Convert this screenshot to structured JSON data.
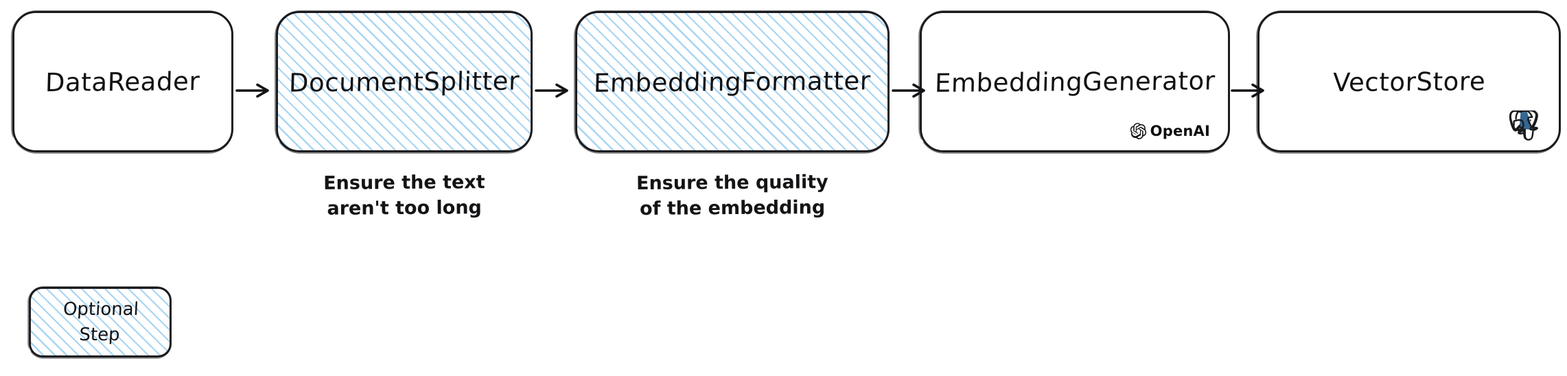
{
  "diagram": {
    "type": "pipeline-flow",
    "title": "",
    "background_color": "#ffffff",
    "stroke_color": "#1b1b1f",
    "hatch_color": "#a8d4f2"
  },
  "nodes": [
    {
      "id": "data-reader",
      "label": "DataReader",
      "optional": false,
      "caption": "",
      "vendor": null
    },
    {
      "id": "document-splitter",
      "label": "DocumentSplitter",
      "optional": true,
      "caption": "Ensure the text\naren't too long",
      "vendor": null
    },
    {
      "id": "embedding-formatter",
      "label": "EmbeddingFormatter",
      "optional": true,
      "caption": "Ensure the quality\nof the embedding",
      "vendor": null
    },
    {
      "id": "embedding-generator",
      "label": "EmbeddingGenerator",
      "optional": false,
      "caption": "",
      "vendor": {
        "name": "OpenAI",
        "icon": "openai-logo-icon",
        "color": "#0d0d0d"
      }
    },
    {
      "id": "vector-store",
      "label": "VectorStore",
      "optional": false,
      "caption": "",
      "vendor": {
        "name": "",
        "icon": "postgresql-elephant-icon",
        "color": "#336791"
      }
    }
  ],
  "arrows": [
    {
      "from": "data-reader",
      "to": "document-splitter",
      "icon": "arrow-right-icon"
    },
    {
      "from": "document-splitter",
      "to": "embedding-formatter",
      "icon": "arrow-right-icon"
    },
    {
      "from": "embedding-formatter",
      "to": "embedding-generator",
      "icon": "arrow-right-icon"
    },
    {
      "from": "embedding-generator",
      "to": "vector-store",
      "icon": "arrow-right-icon"
    }
  ],
  "legend": {
    "label": "Optional\nStep",
    "optional": true
  }
}
